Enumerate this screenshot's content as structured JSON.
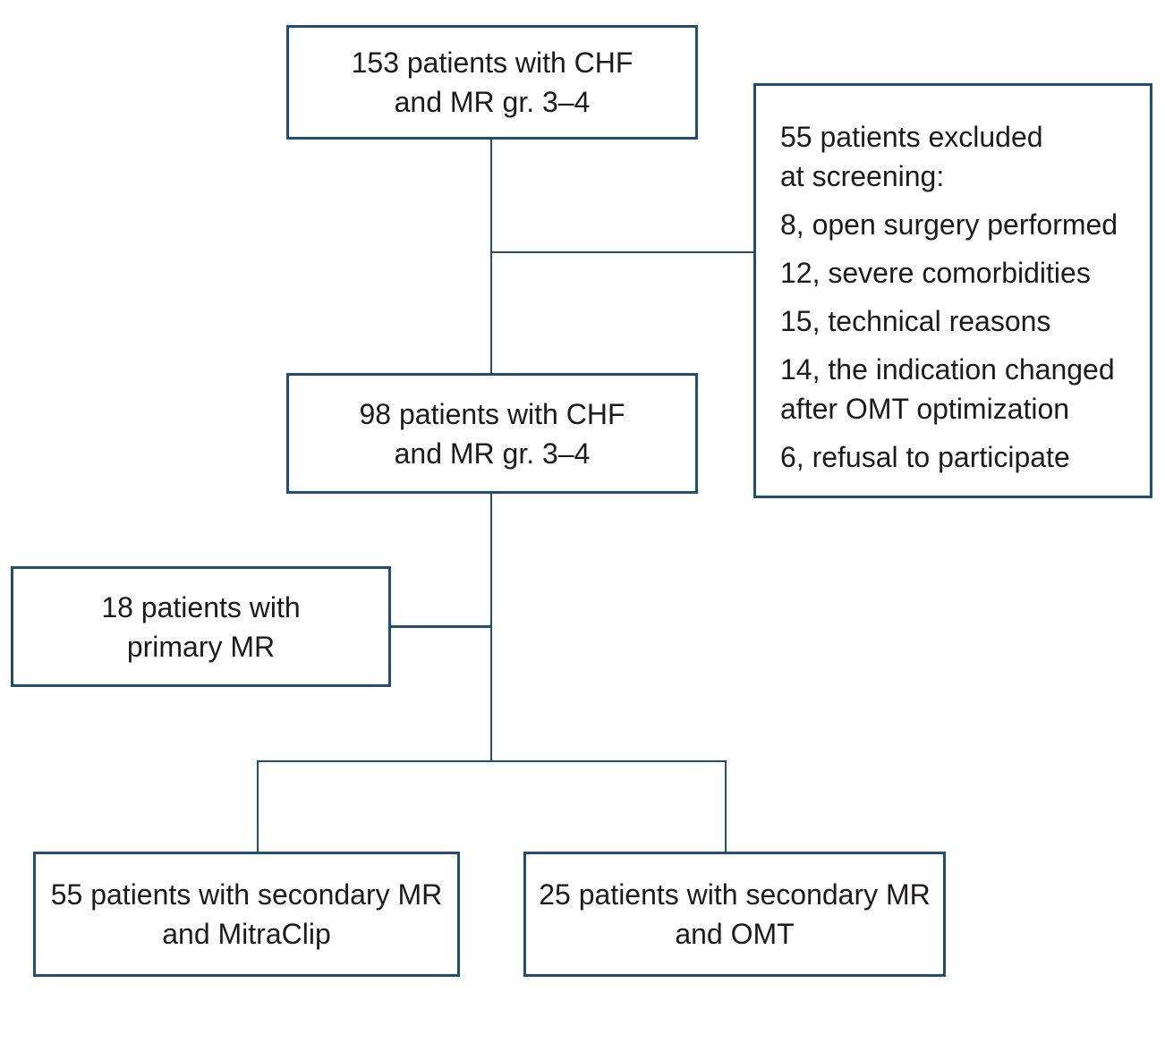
{
  "diagram": {
    "accent_color": "#1F4E79",
    "background_color": "#FFFFFF",
    "boxes": {
      "enrolled": {
        "line1": "153 patients with CHF",
        "line2": "and MR gr. 3–4"
      },
      "excluded": {
        "items": [
          {
            "line1": "55 patients excluded",
            "line2": "at screening:"
          },
          {
            "line1": "8, open surgery performed"
          },
          {
            "line1": "12, severe comorbidities"
          },
          {
            "line1": "15, technical reasons"
          },
          {
            "line1": "14, the indication changed",
            "line2": "after OMT optimization"
          },
          {
            "line1": "6, refusal to participate"
          }
        ]
      },
      "eligible": {
        "line1": "98 patients with CHF",
        "line2": "and MR gr. 3–4"
      },
      "primary_mr": {
        "line1": "18 patients with",
        "line2": "primary MR"
      },
      "secondary_mr_mitraclip": {
        "line1": "55 patients with secondary MR",
        "line2": "and MitraClip"
      },
      "secondary_mr_omt": {
        "line1": "25 patients with secondary MR",
        "line2": "and OMT"
      }
    }
  }
}
